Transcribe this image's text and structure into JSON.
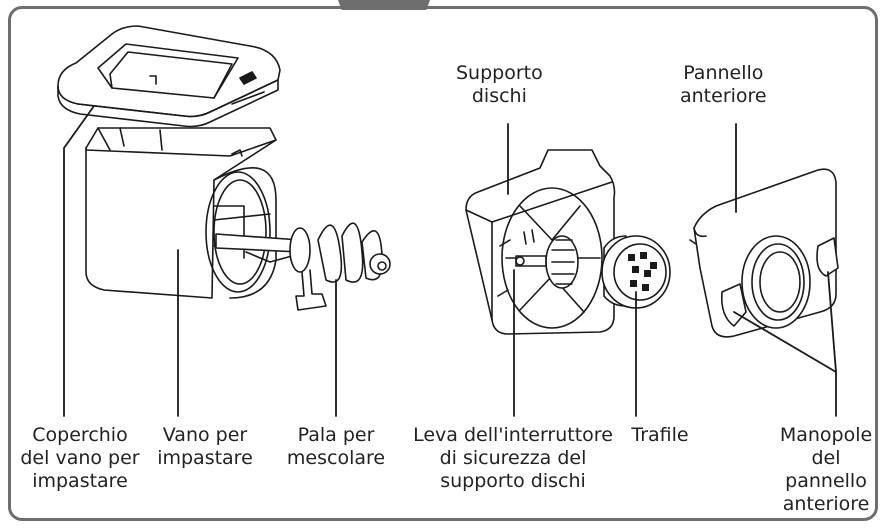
{
  "labels": {
    "supporto_dischi": [
      "Supporto",
      "dischi"
    ],
    "pannello_anteriore": [
      "Pannello",
      "anteriore"
    ],
    "coperchio": [
      "Coperchio",
      "del vano per",
      "impastare"
    ],
    "vano": [
      "Vano per",
      "impastare"
    ],
    "pala": [
      "Pala per",
      "mescolare"
    ],
    "leva": [
      "Leva dell'interruttore",
      "di sicurezza del",
      "supporto dischi"
    ],
    "trafile": [
      "Trafile"
    ],
    "manopole": [
      "Manopole",
      "del",
      "pannello",
      "anteriore"
    ]
  },
  "colors": {
    "frame": "#6e6e6e",
    "stroke": "#1a1a1a",
    "text": "#222222"
  }
}
